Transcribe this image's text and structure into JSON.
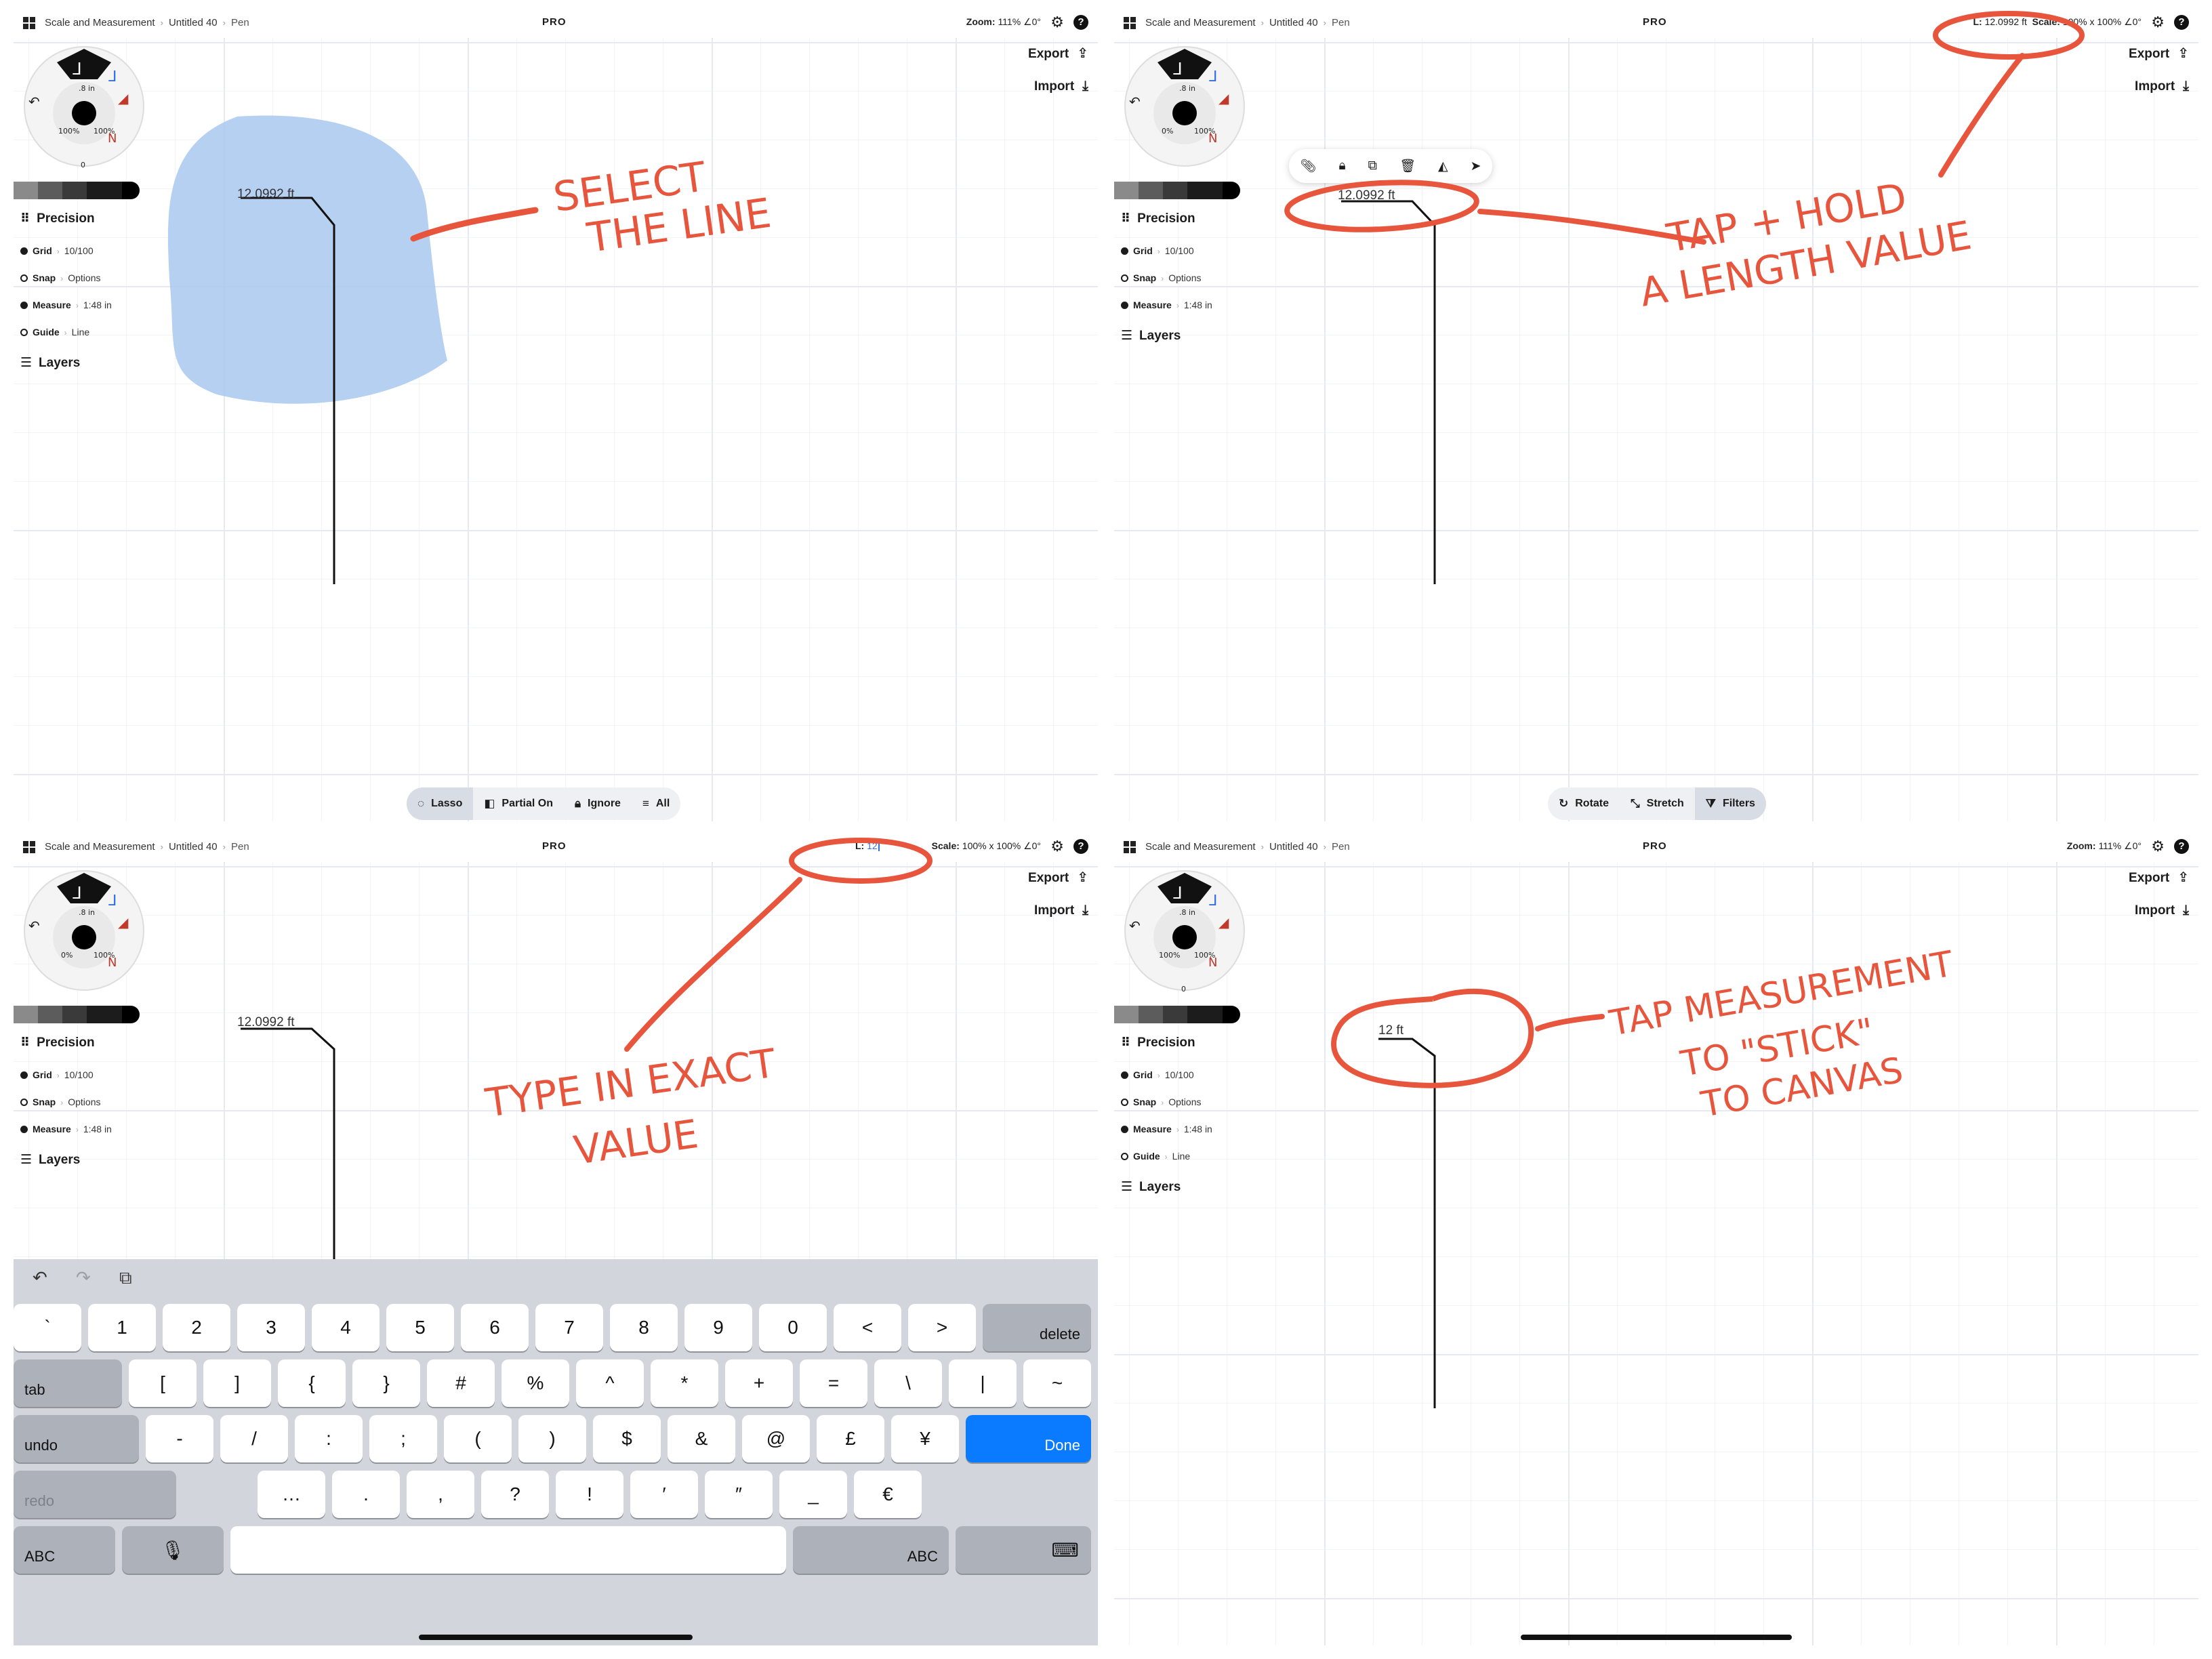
{
  "topbar": {
    "crumb_1": "Scale and Measurement",
    "crumb_2": "Untitled 40",
    "crumb_3": "Pen",
    "separator": "›",
    "pro": "PRO",
    "zoom_label": "Zoom:",
    "zoom_value": "111% ∠0°"
  },
  "actions": {
    "export": "Export",
    "import": "Import"
  },
  "wheel": {
    "size": ".8 in",
    "opacity_left": "100%",
    "opacity_right": "100%",
    "opacity_left_p3": "0%",
    "opacity_left_p2": "0%",
    "rot": "0"
  },
  "precision": {
    "title": "Precision",
    "grid_key": "Grid",
    "grid_val": "10/100",
    "snap_key": "Snap",
    "snap_val": "Options",
    "measure_key": "Measure",
    "measure_val": "1:48 in",
    "guide_key": "Guide",
    "guide_val": "Line"
  },
  "layers": "Layers",
  "measurement": {
    "long": "12.0992 ft",
    "short": "12 ft"
  },
  "panel1": {
    "bottombar": {
      "lasso": "Lasso",
      "partial": "Partial On",
      "ignore": "Ignore",
      "all": "All"
    },
    "annotation_line1": "SELECT",
    "annotation_line2": "THE LINE"
  },
  "panel2": {
    "hud_l_key": "L:",
    "hud_l_val": "12.0992 ft",
    "hud_scale_key": "Scale:",
    "hud_scale_val": "100% x 100% ∠0°",
    "bottombar": {
      "rotate": "Rotate",
      "stretch": "Stretch",
      "filters": "Filters"
    },
    "annotation_line1": "TAP + HOLD",
    "annotation_line2": "A LENGTH VALUE"
  },
  "panel3": {
    "hud_l_key": "L:",
    "hud_l_input": "12",
    "hud_scale_key": "Scale:",
    "hud_scale_val": "100% x 100% ∠0°",
    "annotation_line1": "TYPE IN EXACT",
    "annotation_line2": "VALUE"
  },
  "panel4": {
    "annotation_line1": "TAP MEASUREMENT",
    "annotation_line2": "TO \"STICK\"",
    "annotation_line3": "TO CANVAS"
  },
  "keyboard": {
    "row1": [
      "`",
      "1",
      "2",
      "3",
      "4",
      "5",
      "6",
      "7",
      "8",
      "9",
      "0",
      "<",
      ">"
    ],
    "delete": "delete",
    "tab": "tab",
    "row2": [
      "[",
      "]",
      "{",
      "}",
      "#",
      "%",
      "^",
      "*",
      "+",
      "=",
      "\\",
      "|",
      "~"
    ],
    "undo": "undo",
    "row3": [
      "-",
      "/",
      ":",
      ";",
      "(",
      ")",
      "$",
      "&",
      "@",
      "£",
      "¥"
    ],
    "done": "Done",
    "redo": "redo",
    "row4": [
      "…",
      ".",
      ",",
      "?",
      "!",
      "′",
      "″",
      "_",
      "€"
    ],
    "abc_left": "ABC",
    "abc_right": "ABC"
  },
  "colors": {
    "annotation": "#e8553d",
    "selection": "#a9c8ee",
    "done_key": "#0a7aff"
  },
  "icons": {
    "grid": "app-grid-icon",
    "gear": "gear-icon",
    "help": "help-icon",
    "export": "share-up-icon",
    "import": "download-icon",
    "keyboard_dismiss": "keyboard-icon",
    "mic": "mic-icon"
  }
}
